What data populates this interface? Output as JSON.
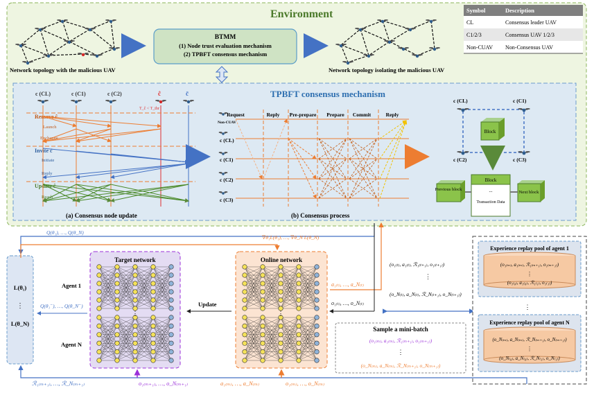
{
  "environment": {
    "title": "Environment",
    "topology_left": "Network topology with the malicious UAV",
    "topology_right": "Network topology isolating the malicious UAV",
    "btmm": {
      "title": "BTMM",
      "line1": "(1) Node trust evaluation mechanism",
      "line2": "(2) TPBFT consensus mechanism"
    },
    "legend": {
      "headers": [
        "Symbol",
        "Description"
      ],
      "rows": [
        [
          "CL",
          "Consensus leader UAV"
        ],
        [
          "C1/2/3",
          "Consensus UAV 1/2/3"
        ],
        [
          "Non-CUAV",
          "Non-Consensus UAV"
        ]
      ]
    }
  },
  "tpbft": {
    "title": "TPBFT consensus mechanism",
    "node_update": {
      "caption": "(a) Consensus node update",
      "cols": [
        "c (CL)",
        "c (C1)",
        "c (C2)",
        "ĉ",
        "c̄"
      ],
      "threshold": "T_ĉ < T_thr",
      "phases": [
        {
          "title": "Remove ĉ",
          "sub": "Launch"
        },
        {
          "title": "",
          "sub": "Exchange"
        },
        {
          "title": "Invite c̄",
          "sub": "Initiate"
        },
        {
          "title": "",
          "sub": "Reply"
        },
        {
          "title": "Update ĉ",
          "sub": "Reach"
        }
      ]
    },
    "process": {
      "caption": "(b) Consensus process",
      "phases": [
        "Request",
        "Reply",
        "Pre-prepare",
        "Prepare",
        "Commit",
        "Reply"
      ],
      "rows": [
        "Non-CUAV",
        "c (CL)",
        "c (C1)",
        "c (C2)",
        "c (C3)"
      ]
    },
    "blockchain": {
      "nodes": [
        "c (CL)",
        "c (C1)",
        "c (C2)",
        "c (C3)"
      ],
      "block": "Block",
      "previous": "Previous block",
      "next": "Next block",
      "chain_block": "Block",
      "dots": "...",
      "transaction": "Transaction Data"
    }
  },
  "rl": {
    "q_top": "Q(θ₁), …, Q(θ_N)",
    "grad_top": "∇θ₁L(θ₁), …, ∇θ_N L(θ_N)",
    "loss_box": {
      "top": "L(θ₁)",
      "dots": "⋮",
      "bottom": "L(θ_N)"
    },
    "q_target": "Q(θ₁⁻), …, Q(θ_N⁻)",
    "target_network": "Target network",
    "online_network": "Online network",
    "agent1": "Agent 1",
    "agentN": "Agent N",
    "update": "Update",
    "actions_t": "a₁₍ₜ₎, …, a_N₍ₜ₎",
    "obs_t": "o₁₍ₜ₎, …, o_N₍ₜ₎",
    "transitions": {
      "first": "(o₁₍ₜ₎, a₁₍ₜ₎, ℛ₁₍ₜ₊₁₎, o₁₍ₜ₊₁₎)",
      "dots": "⋮",
      "last": "(o_N₍ₜ₎, a_N₍ₜ₎, ℛ_N₍ₜ₊₁₎, o_N₍ₜ₊₁₎)"
    },
    "minibatch": {
      "title": "Sample a mini-batch",
      "first": "(o₁₍ₘ₎, a₁₍ₘ₎, ℛ₁₍ₘ₊₁₎, o₁₍ₘ₊₁₎)",
      "dots": "⋮",
      "last": "(o_N₍ₘ₎, a_N₍ₘ₎, ℛ_N₍ₘ₊₁₎, o_N₍ₘ₊₁₎)"
    },
    "replay1": {
      "title": "Experience replay pool of agent 1",
      "top": "(o₁₍ₘ₎, a₁₍ₘ₎, ℛ₁₍ₘ₊₁₎, o₁₍ₘ₊₁₎)",
      "dots": "⋮",
      "bottom": "(o₁₍₀₎, a₁₍₀₎, ℛ₁₍₁₎, o₁₍₁₎)"
    },
    "replayN": {
      "title": "Experience replay pool of agent N",
      "top": "(o_N₍ₘ₎, a_N₍ₘ₎, ℛ_N₍ₘ₊₁₎, o_N₍ₘ₊₁₎)",
      "dots": "⋮",
      "bottom": "(o_N₍₀₎, a_N₍₀₎, ℛ_N₍₁₎, o_N₍₁₎)"
    },
    "mid_dots": "⋮",
    "bottom_rewards": "ℛ₁₍ₘ₊₁₎, …, ℛ_N₍ₘ₊₁₎",
    "bottom_next_obs": "o₁₍ₘ₊₁₎, …, o_N₍ₘ₊₁₎",
    "bottom_actions": "a₁₍ₘ₎, …, a_N₍ₘ₎",
    "bottom_obs": "o₁₍ₘ₎, …, o_N₍ₘ₎"
  },
  "colors": {
    "green": "#5a8a3a",
    "blue": "#4472c4",
    "orange": "#ed7d31",
    "purple": "#9b30d9",
    "red": "#e03030"
  }
}
